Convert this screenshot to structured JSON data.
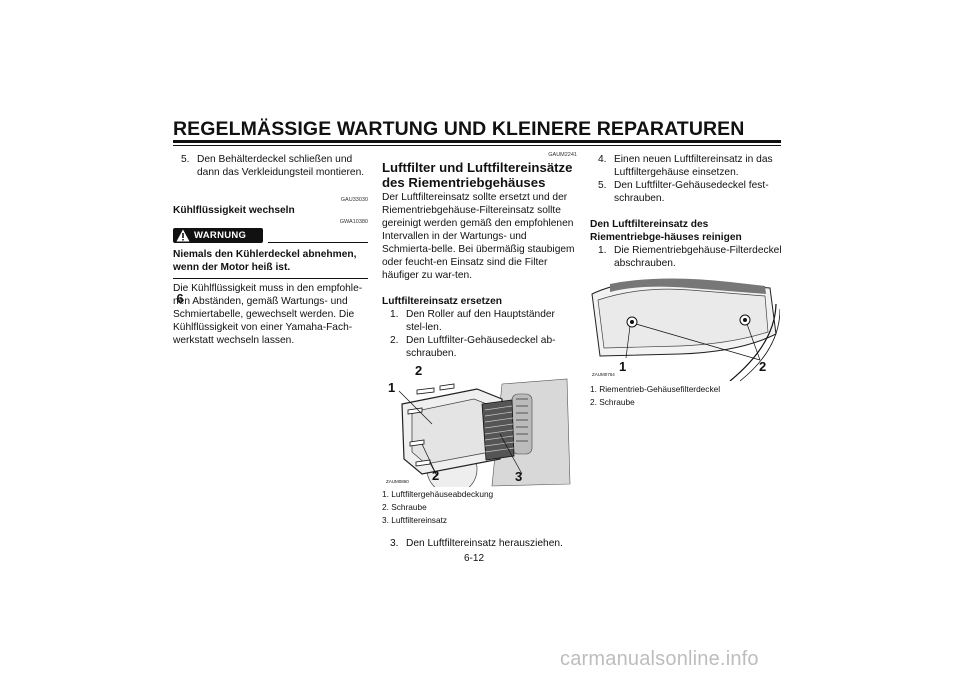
{
  "header": {
    "title": "REGELMÄSSIGE WARTUNG UND KLEINERE REPARATUREN"
  },
  "chapter_tab": "6",
  "page_number": "6-12",
  "column1": {
    "step5": {
      "num": "5.",
      "text": "Den Behälterdeckel schließen und dann das Verkleidungsteil montieren."
    },
    "code1": "GAU33030",
    "heading": "Kühlflüssigkeit wechseln",
    "code2": "GWA10380",
    "warning_label": "WARNUNG",
    "warning_bold": "Niemals den Kühlerdeckel abnehmen, wenn der Motor heiß ist.",
    "body": "Die Kühlflüssigkeit muss in den empfohle-nen Abständen, gemäß Wartungs- und Schmiertabelle, gewechselt werden. Die Kühlflüssigkeit von einer Yamaha-Fach-werkstatt wechseln lassen."
  },
  "column2": {
    "code": "GAUM2241",
    "heading": "Luftfilter und Luftfiltereinsätze des Riementriebgehäuses",
    "intro": "Der Luftfiltereinsatz sollte ersetzt und der Riementriebgehäuse-Filtereinsatz sollte gereinigt werden gemäß den empfohlenen Intervallen in der Wartungs- und Schmierta-belle. Bei übermäßig staubigem oder feucht-en Einsatz sind die Filter häufiger zu war-ten.",
    "subheading": "Luftfiltereinsatz ersetzen",
    "steps": [
      {
        "num": "1.",
        "text": "Den Roller auf den Hauptständer stel-len."
      },
      {
        "num": "2.",
        "text": "Den Luftfilter-Gehäusedeckel ab-schrauben."
      }
    ],
    "figure": {
      "callouts": [
        "1",
        "2",
        "2",
        "3"
      ],
      "code": "ZAUM0860"
    },
    "captions": [
      "1. Luftfiltergehäuseabdeckung",
      "2. Schraube",
      "3. Luftfiltereinsatz"
    ],
    "step3": {
      "num": "3.",
      "text": "Den Luftfiltereinsatz herausziehen."
    }
  },
  "column3": {
    "steps": [
      {
        "num": "4.",
        "text": "Einen neuen Luftfiltereinsatz in das Luftfiltergehäuse einsetzen."
      },
      {
        "num": "5.",
        "text": "Den Luftfilter-Gehäusedeckel fest-schrauben."
      }
    ],
    "subheading": "Den Luftfiltereinsatz des Riementriebge-häuses reinigen",
    "step1": {
      "num": "1.",
      "text": "Die Riementriebgehäuse-Filterdeckel abschrauben."
    },
    "figure": {
      "callouts": [
        "1",
        "2"
      ],
      "code": "ZAUM0764"
    },
    "captions": [
      "1. Riementrieb-Gehäusefilterdeckel",
      "2. Schraube"
    ]
  },
  "watermark": "carmanualsonline.info"
}
